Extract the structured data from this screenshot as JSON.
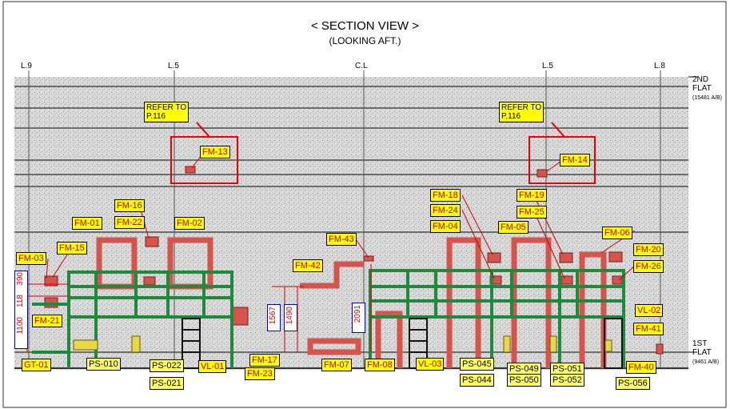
{
  "title": "< SECTION VIEW >",
  "subtitle": "(LOOKING AFT.)",
  "grid_labels": [
    "L.9",
    "L.5",
    "C.L",
    "L.5",
    "L.8"
  ],
  "levels": {
    "upper": {
      "name1": "2ND",
      "name2": "FLAT",
      "elev": "(15481 A/B)"
    },
    "lower": {
      "name1": "1ST",
      "name2": "FLAT",
      "elev": "(9461 A/B)"
    }
  },
  "refer_notes": [
    {
      "line1": "REFER TO",
      "line2": "P.116"
    },
    {
      "line1": "REFER TO",
      "line2": "P.116"
    }
  ],
  "fm_tags": [
    "FM-13",
    "FM-14",
    "FM-16",
    "FM-22",
    "FM-01",
    "FM-02",
    "FM-15",
    "FM-03",
    "FM-21",
    "FM-18",
    "FM-24",
    "FM-04",
    "FM-19",
    "FM-25",
    "FM-05",
    "FM-06",
    "FM-20",
    "FM-26",
    "FM-43",
    "FM-42",
    "VL-02",
    "FM-41",
    "FM-17",
    "FM-23",
    "FM-07",
    "FM-08",
    "VL-03",
    "VL-01",
    "GT-01",
    "FM-40"
  ],
  "ps_tags": [
    "PS-010",
    "PS-022",
    "PS-021",
    "PS-045",
    "PS-044",
    "PS-049",
    "PS-050",
    "PS-051",
    "PS-052",
    "PS-056"
  ],
  "dimensions": [
    "390",
    "118",
    "1100",
    "1567",
    "1490",
    "2091"
  ],
  "colors": {
    "frame_red": "#d4544e",
    "platform_green": "#1f8a3c",
    "tag_fill": "#ffff00",
    "dim_red": "#dd0000",
    "dim_blue": "#0000cc"
  }
}
